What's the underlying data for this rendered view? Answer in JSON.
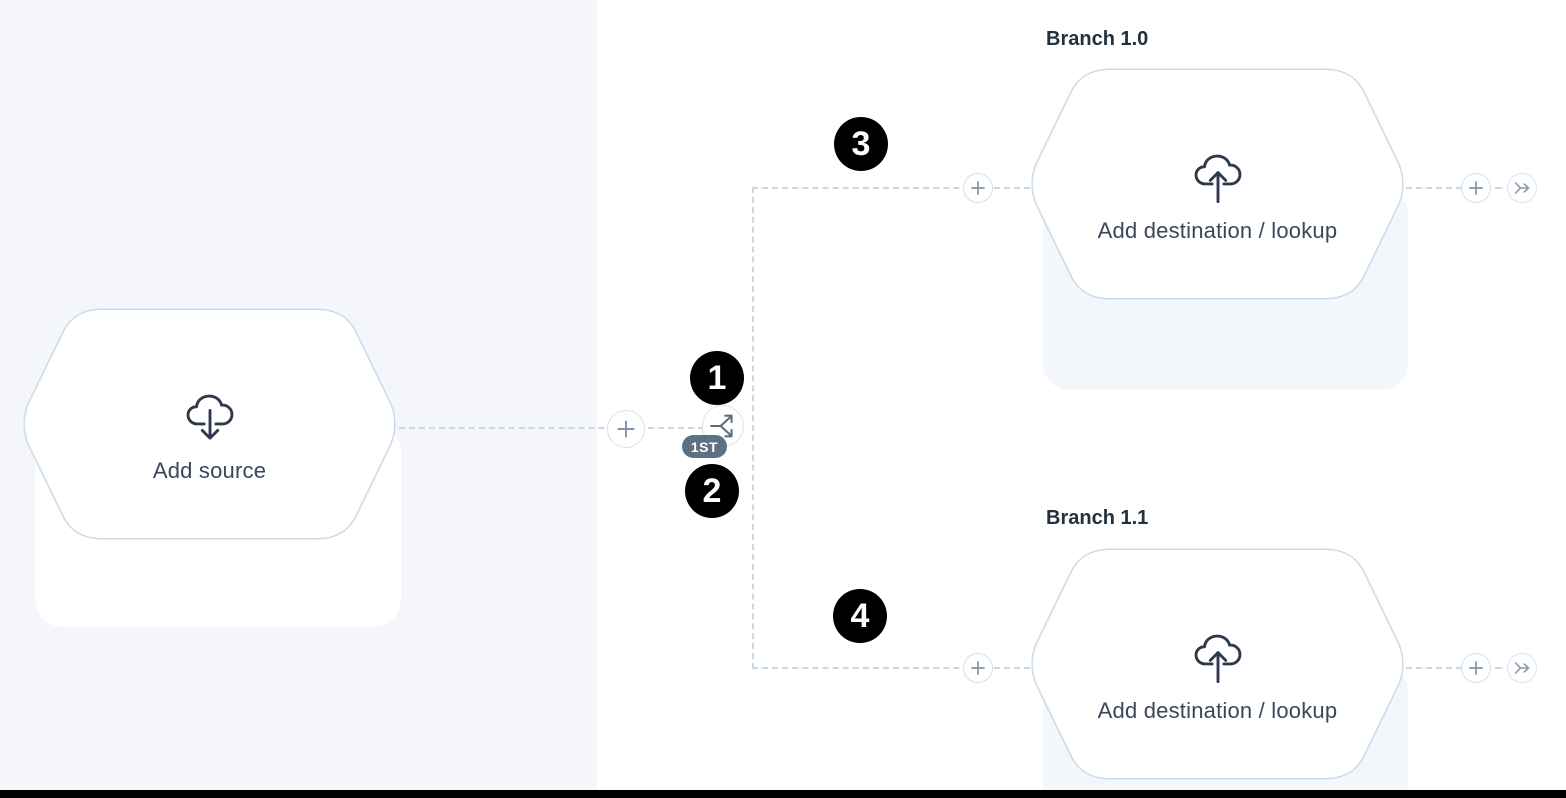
{
  "colors": {
    "bg": "#FFFFFF",
    "panel-bg": "#F5F6FB",
    "card-white": "#FFFFFF",
    "card-tint": "#F3F6FB",
    "line": "#C7D9E8",
    "hex-border": "#C7DBEA",
    "hex-fill": "#FFFFFF",
    "circle-border": "#CFE1EE",
    "split-border": "#D8E6F1",
    "icon-stroke": "#2E3A4B",
    "glyph-gray": "#8191A5",
    "split-stroke": "#5C6C7F",
    "end-stroke": "#8A99AB",
    "text-dark": "#22303F",
    "text-node": "#3A4758",
    "pill-bg": "#5E7183",
    "pill-fg": "#FFFFFF",
    "badge-bg": "#000000",
    "badge-fg": "#FFFFFF",
    "bottom-bar": "#000000"
  },
  "source": {
    "label": "Add source",
    "icon": "cloud-download-icon"
  },
  "splitter": {
    "first_badge": "1ST",
    "icon": "branch-split-icon"
  },
  "branches": [
    {
      "title": "Branch 1.0",
      "label": "Add destination / lookup",
      "icon": "cloud-upload-icon"
    },
    {
      "title": "Branch 1.1",
      "label": "Add destination / lookup",
      "icon": "cloud-upload-icon"
    }
  ],
  "annotations": {
    "steps": [
      "1",
      "2",
      "3",
      "4"
    ]
  }
}
